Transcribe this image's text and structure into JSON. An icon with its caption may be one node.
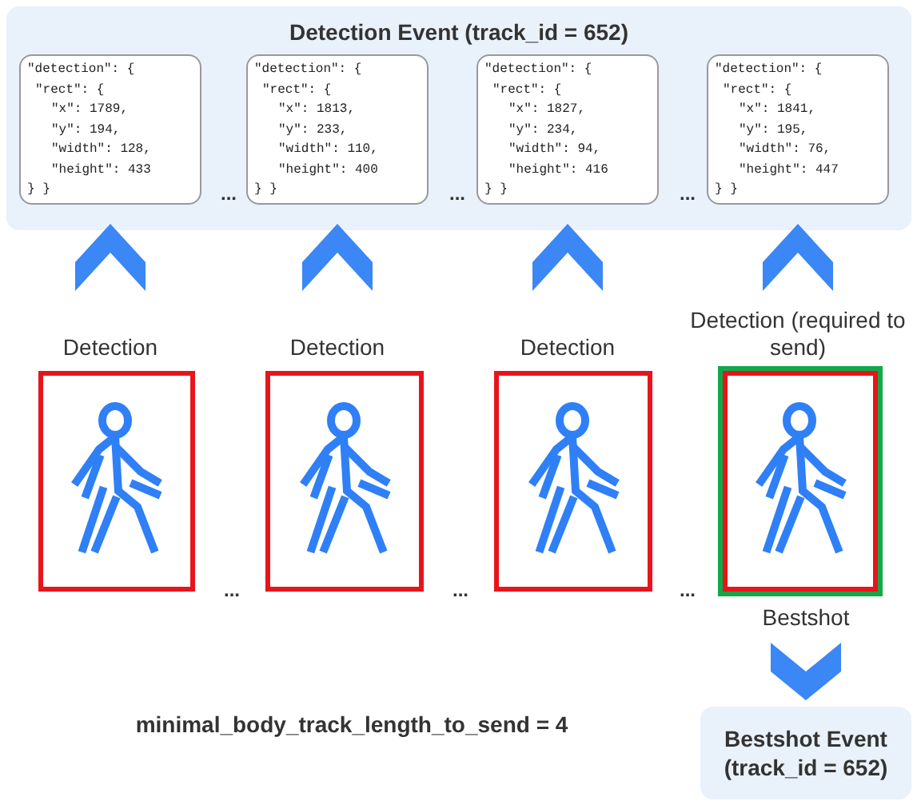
{
  "diagram": {
    "nodes": [
      {
        "text": [
          "Detection Event (track_id = 652)"
        ]
      },
      {
        "text": [
          "\"detection\": {",
          "\"rect\": {",
          "\"x\": 1789,",
          "\"y\": 194,",
          "\"width\": 128,",
          "\"height\": 433",
          "} }"
        ],
        "in": 0
      },
      {
        "text": [
          "\"detection\": {",
          "\"rect\": {",
          "\"x\": 1813,",
          "\"y\": 233,",
          "\"width\": 110,",
          "\"height\": 400",
          "} }"
        ],
        "in": 0
      },
      {
        "text": [
          "\"detection\": {",
          "\"rect\": {",
          "\"x\": 1827,",
          "\"y\": 234,",
          "\"width\": 94,",
          "\"height\": 416",
          "} }"
        ],
        "in": 0
      },
      {
        "text": [
          "\"detection\": {",
          "\"rect\": {",
          "\"x\": 1841,",
          "\"y\": 195,",
          "\"width\": 76,",
          "\"height\": 447",
          "} }"
        ],
        "in": 0
      },
      {
        "text": [],
        "shape": "picture"
      },
      {
        "text": [],
        "shape": "picture"
      },
      {
        "text": [],
        "shape": "picture"
      },
      {
        "text": [],
        "shape": "picture"
      },
      {
        "text": [
          "Bestshot Event (track_id = 652)"
        ]
      }
    ],
    "edges": [
      {
        "from": 5,
        "to": 1,
        "arrow": "to",
        "label": "Detection"
      },
      {
        "from": 6,
        "to": 2,
        "arrow": "to",
        "label": "Detection"
      },
      {
        "from": 7,
        "to": 3,
        "arrow": "to",
        "label": "Detection"
      },
      {
        "from": 8,
        "to": 4,
        "arrow": "to",
        "label": "Detection (required to send)"
      },
      {
        "from": 8,
        "to": 9,
        "arrow": "to",
        "label": "Bestshot"
      }
    ],
    "labels": [
      "...",
      "...",
      "...",
      "...",
      "...",
      "...",
      "minimal_body_track_length_to_send = 4"
    ]
  }
}
